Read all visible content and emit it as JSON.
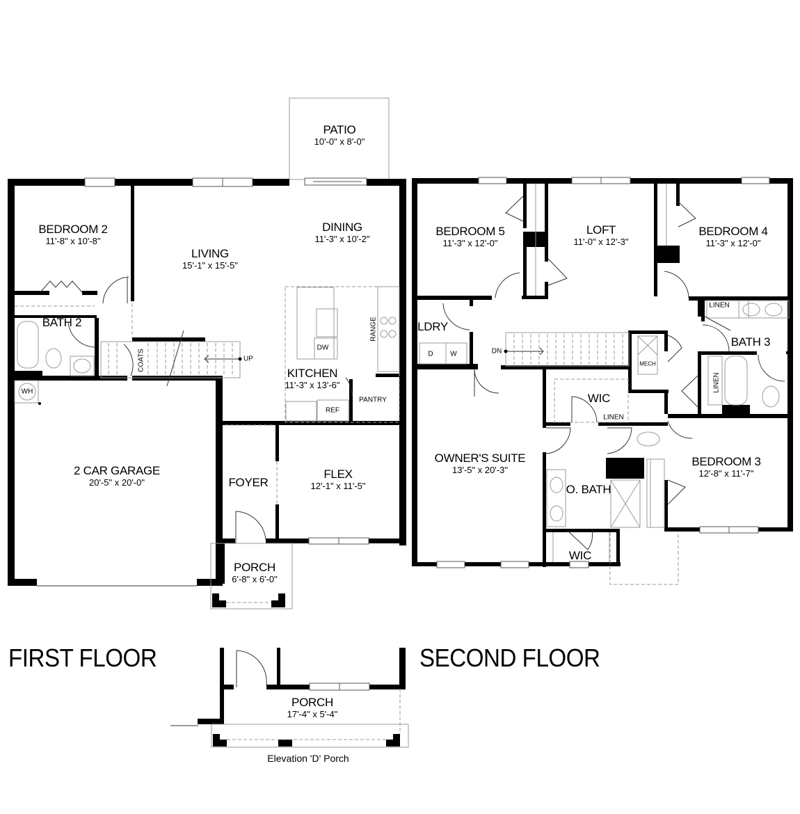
{
  "first_floor": {
    "title": "FIRST FLOOR",
    "rooms": {
      "patio": {
        "name": "PATIO",
        "dims": "10'-0\" x 8'-0\""
      },
      "bedroom2": {
        "name": "BEDROOM 2",
        "dims": "11'-8\" x 10'-8\""
      },
      "living": {
        "name": "LIVING",
        "dims": "15'-1\" x 15'-5\""
      },
      "dining": {
        "name": "DINING",
        "dims": "11'-3\" x 10'-2\""
      },
      "bath2": {
        "name": "BATH 2"
      },
      "kitchen": {
        "name": "KITCHEN",
        "dims": "11'-3\" x 13'-6\""
      },
      "garage": {
        "name": "2 CAR GARAGE",
        "dims": "20'-5\" x 20'-0\""
      },
      "foyer": {
        "name": "FOYER"
      },
      "flex": {
        "name": "FLEX",
        "dims": "12'-1\" x 11'-5\""
      },
      "porch": {
        "name": "PORCH",
        "dims": "6'-8\" x 6'-0\""
      }
    },
    "fixtures": {
      "coats": "COATS",
      "up": "UP",
      "dw": "DW",
      "range": "RANGE",
      "ref": "REF",
      "pantry": "PANTRY",
      "wh": "WH"
    }
  },
  "second_floor": {
    "title": "SECOND FLOOR",
    "rooms": {
      "bedroom5": {
        "name": "BEDROOM 5",
        "dims": "11'-3\" x 12'-0\""
      },
      "loft": {
        "name": "LOFT",
        "dims": "11'-0\" x 12'-3\""
      },
      "bedroom4": {
        "name": "BEDROOM 4",
        "dims": "11'-3\" x 12'-0\""
      },
      "ldry": {
        "name": "LDRY"
      },
      "bath3": {
        "name": "BATH 3"
      },
      "owners_suite": {
        "name": "OWNER'S SUITE",
        "dims": "13'-5\" x 20'-3\""
      },
      "wic_top": {
        "name": "WIC"
      },
      "obath": {
        "name": "O. BATH"
      },
      "wic_bottom": {
        "name": "WIC"
      },
      "bedroom3": {
        "name": "BEDROOM 3",
        "dims": "12'-8\" x 11'-7\""
      }
    },
    "fixtures": {
      "linen_bath3": "LINEN",
      "linen_hall": "LINEN",
      "linen_wic": "LINEN",
      "mech": "MECH",
      "dn": "DN",
      "dryer": "D",
      "washer": "W"
    }
  },
  "elevation_porch": {
    "name": "PORCH",
    "dims": "17'-4\" x 5'-4\"",
    "caption": "Elevation 'D' Porch"
  }
}
